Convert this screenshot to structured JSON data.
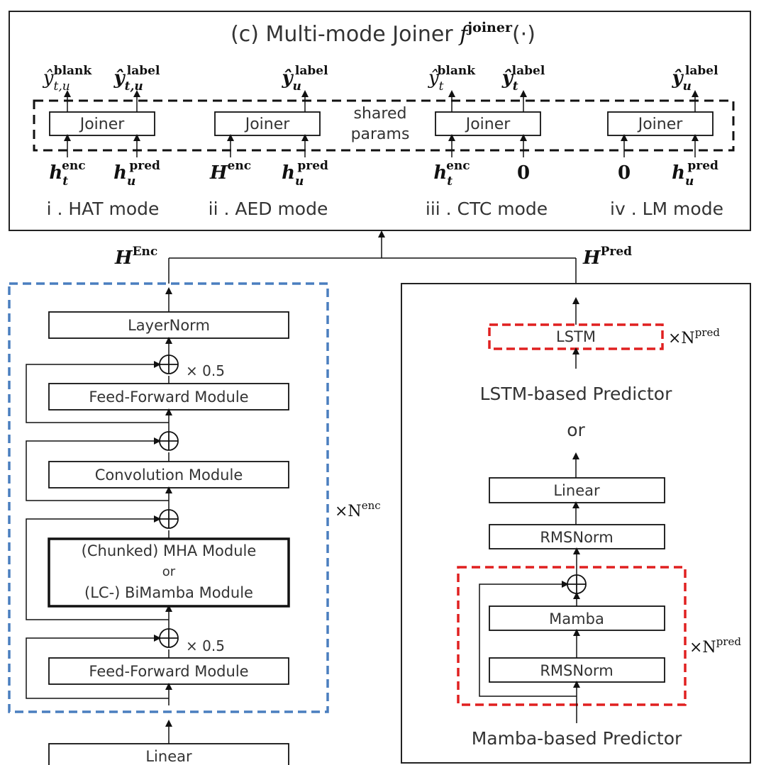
{
  "joiner_panel": {
    "title_prefix": "(c) Multi-mode Joiner ",
    "title_f": "f",
    "title_sup": "joiner",
    "title_suffix": "(·)",
    "shared_params": [
      "shared",
      "params"
    ],
    "joiner_label": "Joiner",
    "modes": [
      {
        "name": "i . HAT mode",
        "outputs": [
          {
            "base": "ŷ",
            "sup": "blank",
            "sub": "t,u",
            "bold": false
          },
          {
            "base": "ŷ",
            "sup": "label",
            "sub": "t,u",
            "bold": true
          }
        ],
        "inputs": [
          {
            "base": "h",
            "sup": "enc",
            "sub": "t"
          },
          {
            "base": "h",
            "sup": "pred",
            "sub": "u"
          }
        ]
      },
      {
        "name": "ii . AED mode",
        "outputs": [
          {
            "base": "ŷ",
            "sup": "label",
            "sub": "u",
            "bold": true
          }
        ],
        "inputs": [
          {
            "base": "H",
            "sup": "enc",
            "sub": ""
          },
          {
            "base": "h",
            "sup": "pred",
            "sub": "u"
          }
        ]
      },
      {
        "name": "iii . CTC mode",
        "outputs": [
          {
            "base": "ŷ",
            "sup": "blank",
            "sub": "t",
            "bold": false
          },
          {
            "base": "ŷ",
            "sup": "label",
            "sub": "t",
            "bold": true
          }
        ],
        "inputs": [
          {
            "base": "h",
            "sup": "enc",
            "sub": "t"
          },
          {
            "base": "0",
            "sup": "",
            "sub": ""
          }
        ]
      },
      {
        "name": "iv . LM mode",
        "outputs": [
          {
            "base": "ŷ",
            "sup": "label",
            "sub": "u",
            "bold": true
          }
        ],
        "inputs": [
          {
            "base": "0",
            "sup": "",
            "sub": ""
          },
          {
            "base": "h",
            "sup": "pred",
            "sub": "u"
          }
        ]
      }
    ]
  },
  "connections": {
    "h_enc": {
      "base": "H",
      "sup": "Enc"
    },
    "h_pred": {
      "base": "H",
      "sup": "Pred"
    }
  },
  "encoder": {
    "repeat": {
      "prefix": "×N",
      "sup": "enc"
    },
    "blocks": {
      "layernorm": "LayerNorm",
      "ff_top": "Feed-Forward Module",
      "conv": "Convolution Module",
      "mha_line1": "(Chunked) MHA Module",
      "mha_line2": "or",
      "mha_line3": "(LC-) BiMamba Module",
      "ff_bottom": "Feed-Forward Module",
      "linear": "Linear"
    },
    "scale_labels": [
      "× 0.5",
      "× 0.5"
    ],
    "border_color": "#4a7ebf"
  },
  "predictor": {
    "lstm": {
      "block": "LSTM",
      "repeat": {
        "prefix": "×N",
        "sup": "pred"
      },
      "caption": "LSTM-based Predictor"
    },
    "or_label": "or",
    "mamba": {
      "linear": "Linear",
      "rmsnorm_top": "RMSNorm",
      "mamba": "Mamba",
      "rmsnorm_bottom": "RMSNorm",
      "repeat": {
        "prefix": "×N",
        "sup": "pred"
      },
      "caption": "Mamba-based Predictor"
    },
    "highlight_color": "#e02020"
  }
}
